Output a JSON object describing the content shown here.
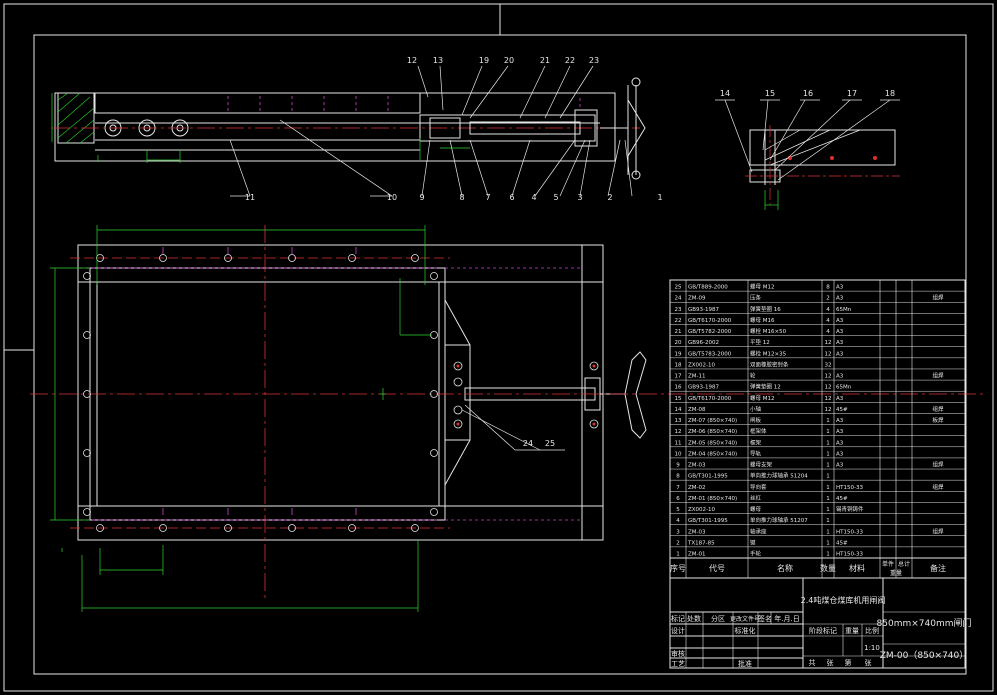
{
  "drawing": {
    "background": "#000000",
    "line_color": "#e6e6e6",
    "dim_color": "#2bd62b",
    "center_color": "#e03030",
    "hidden_color": "#d040d0",
    "hole_color": "#e03030"
  },
  "top_view_labels": [
    "12",
    "13",
    "19",
    "20",
    "21",
    "22",
    "23",
    "1",
    "2",
    "3",
    "5",
    "4",
    "6",
    "7",
    "8",
    "9",
    "10",
    "11"
  ],
  "section_labels": [
    "14",
    "15",
    "16",
    "17",
    "18"
  ],
  "plan_labels": [
    "24",
    "25"
  ],
  "bom": {
    "rows": [
      {
        "no": "25",
        "code": "GB/T889-2000",
        "name": "螺母 M12",
        "qty": "8",
        "mat": "A3",
        "note": ""
      },
      {
        "no": "24",
        "code": "ZM-09",
        "name": "压条",
        "qty": "2",
        "mat": "A3",
        "note": "组焊"
      },
      {
        "no": "23",
        "code": "GB93-1987",
        "name": "弹簧垫圈 16",
        "qty": "4",
        "mat": "65Mn",
        "note": ""
      },
      {
        "no": "22",
        "code": "GB/T6170-2000",
        "name": "螺母 M16",
        "qty": "4",
        "mat": "A3",
        "note": ""
      },
      {
        "no": "21",
        "code": "GB/T5782-2000",
        "name": "螺栓 M16×50",
        "qty": "4",
        "mat": "A3",
        "note": ""
      },
      {
        "no": "20",
        "code": "GB96-2002",
        "name": "平垫 12",
        "qty": "12",
        "mat": "A3",
        "note": ""
      },
      {
        "no": "19",
        "code": "GB/T5783-2000",
        "name": "螺栓 M12×35",
        "qty": "12",
        "mat": "A3",
        "note": ""
      },
      {
        "no": "18",
        "code": "ZX002-10",
        "name": "双面橡胶密封条",
        "qty": "32",
        "mat": "",
        "note": ""
      },
      {
        "no": "17",
        "code": "ZM-11",
        "name": "轮",
        "qty": "12",
        "mat": "A3",
        "note": "组焊"
      },
      {
        "no": "16",
        "code": "GB93-1987",
        "name": "弹簧垫圈 12",
        "qty": "12",
        "mat": "65Mn",
        "note": ""
      },
      {
        "no": "15",
        "code": "GB/T6170-2000",
        "name": "螺母 M12",
        "qty": "12",
        "mat": "A3",
        "note": ""
      },
      {
        "no": "14",
        "code": "ZM-08",
        "name": "小轴",
        "qty": "12",
        "mat": "45#",
        "note": "组焊"
      },
      {
        "no": "13",
        "code": "ZM-07 (850×740)",
        "name": "闸板",
        "qty": "1",
        "mat": "A3",
        "note": "板焊"
      },
      {
        "no": "12",
        "code": "ZM-06 (850×740)",
        "name": "框架体",
        "qty": "1",
        "mat": "A3",
        "note": ""
      },
      {
        "no": "11",
        "code": "ZM-05 (850×740)",
        "name": "框架",
        "qty": "1",
        "mat": "A3",
        "note": ""
      },
      {
        "no": "10",
        "code": "ZM-04 (850×740)",
        "name": "导轨",
        "qty": "1",
        "mat": "A3",
        "note": ""
      },
      {
        "no": "9",
        "code": "ZM-03",
        "name": "螺母支架",
        "qty": "1",
        "mat": "A3",
        "note": "组焊"
      },
      {
        "no": "8",
        "code": "GB/T301-1995",
        "name": "单向推力球轴承 51204",
        "qty": "1",
        "mat": "",
        "note": ""
      },
      {
        "no": "7",
        "code": "ZM-02",
        "name": "导向套",
        "qty": "1",
        "mat": "HT150-33",
        "note": "组焊"
      },
      {
        "no": "6",
        "code": "ZM-01 (850×740)",
        "name": "丝杠",
        "qty": "1",
        "mat": "45#",
        "note": ""
      },
      {
        "no": "5",
        "code": "ZX002-10",
        "name": "螺母",
        "qty": "1",
        "mat": "锡青铜铸件",
        "note": ""
      },
      {
        "no": "4",
        "code": "GB/T301-1995",
        "name": "单向推力球轴承 51207",
        "qty": "1",
        "mat": "",
        "note": ""
      },
      {
        "no": "3",
        "code": "ZM-03",
        "name": "轴承座",
        "qty": "1",
        "mat": "HT150-33",
        "note": "组焊"
      },
      {
        "no": "2",
        "code": "TX187-85",
        "name": "键",
        "qty": "1",
        "mat": "45#",
        "note": ""
      },
      {
        "no": "1",
        "code": "ZM-01",
        "name": "手轮",
        "qty": "1",
        "mat": "HT150-33",
        "note": ""
      }
    ],
    "headers": {
      "no": "序号",
      "code": "代号",
      "name": "名称",
      "qty": "数量",
      "mat": "材料",
      "single": "单件",
      "total": "总计",
      "weight": "重量",
      "note": "备注"
    }
  },
  "title_block": {
    "company": "2.4吨煤仓煤库机用闸阀",
    "product": "850mm×740mm闸门",
    "drawing_no": "ZM-00（850×740）",
    "scale": "1:10",
    "scale_label": "比例",
    "row1": [
      "标记",
      "处数",
      "分区",
      "更改文件号",
      "签名",
      "年.月.日"
    ],
    "row2_left": [
      "设计",
      "",
      "",
      "标准化"
    ],
    "row3_left": [
      "审核"
    ],
    "row4_left": [
      "工艺",
      "",
      "",
      "批准"
    ],
    "stage_labels": [
      "阶段标记",
      "重量",
      "比例"
    ],
    "sheet_labels": [
      "共",
      "张",
      "第",
      "张"
    ]
  }
}
